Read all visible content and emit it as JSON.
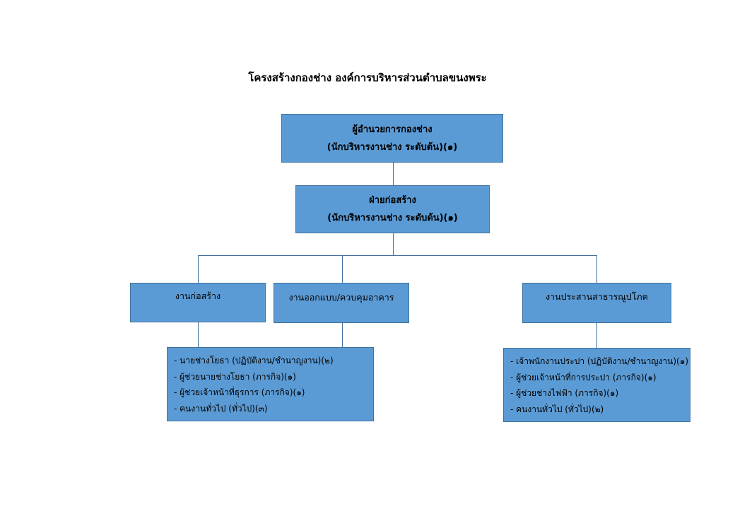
{
  "title": "โครงสร้างกองช่าง องค์การบริหารส่วนตำบลขนงพระ",
  "nodes": {
    "director": {
      "line1": "ผู้อำนวยการกองช่าง",
      "line2": "(นักบริหารงานช่าง ระดับต้น)(๑)"
    },
    "construction_dept": {
      "line1": "ฝ่ายก่อสร้าง",
      "line2": "(นักบริหารงานช่าง ระดับต้น)(๑)"
    },
    "construction_work": {
      "label": "งานก่อสร้าง"
    },
    "design_work": {
      "label": "งานออกแบบ/ควบคุมอาคาร"
    },
    "utilities_work": {
      "label": "งานประสานสาธารณูปโภค"
    }
  },
  "staff_left": [
    "- นายช่างโยธา (ปฏิบัติงาน/ชำนาญงาน)(๒)",
    "- ผู้ช่วยนายช่างโยธา (ภารกิจ)(๑)",
    "- ผู้ช่วยเจ้าหน้าที่ธุรการ (ภารกิจ)(๑)",
    "- คนงานทั่วไป (ทั่วไป)(๓)"
  ],
  "staff_right": [
    "- เจ้าพนักงานประปา (ปฏิบัติงาน/ชำนาญงาน)(๑)",
    "- ผู้ช่วยเจ้าหน้าที่การประปา (ภารกิจ)(๑)",
    "- ผู้ช่วยช่างไฟฟ้า (ภารกิจ)(๑)",
    "- คนงานทั่วไป (ทั่วไป)(๒)"
  ],
  "colors": {
    "box_fill": "#5b9bd5",
    "box_border": "#41719c",
    "connector": "#41719c"
  }
}
